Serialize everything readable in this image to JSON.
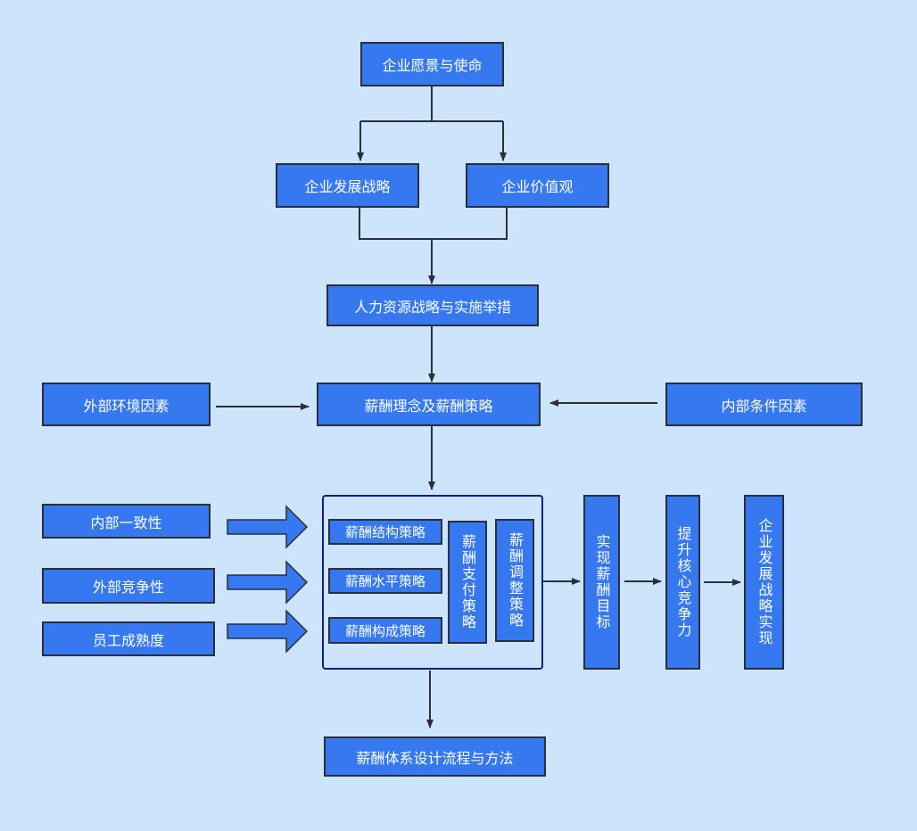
{
  "nodes": {
    "vision": "企业愿景与使命",
    "dev_strategy": "企业发展战略",
    "values": "企业价值观",
    "hr_strategy": "人力资源战略与实施举措",
    "external_env": "外部环境因素",
    "pay_concept": "薪酬理念及薪酬策略",
    "internal_cond": "内部条件因素",
    "internal_consistency": "内部一致性",
    "external_compete": "外部竞争性",
    "employee_maturity": "员工成熟度",
    "structure_strategy": "薪酬结构策略",
    "level_strategy": "薪酬水平策略",
    "composition_strategy": "薪酬构成策略",
    "payment_strategy": "薪酬支付策略",
    "adjust_strategy": "薪酬调整策略",
    "achieve_goal": "实现薪酬目标",
    "core_competence": "提升核心竞争力",
    "strategy_realize": "企业发展战略实现",
    "design_process": "薪酬体系设计流程与方法"
  },
  "colors": {
    "background": "#cce5fd",
    "box_fill": "#3578f0",
    "box_border": "#2a2f3a",
    "group_border": "#0c1e8a",
    "line": "#2a2f3a"
  }
}
